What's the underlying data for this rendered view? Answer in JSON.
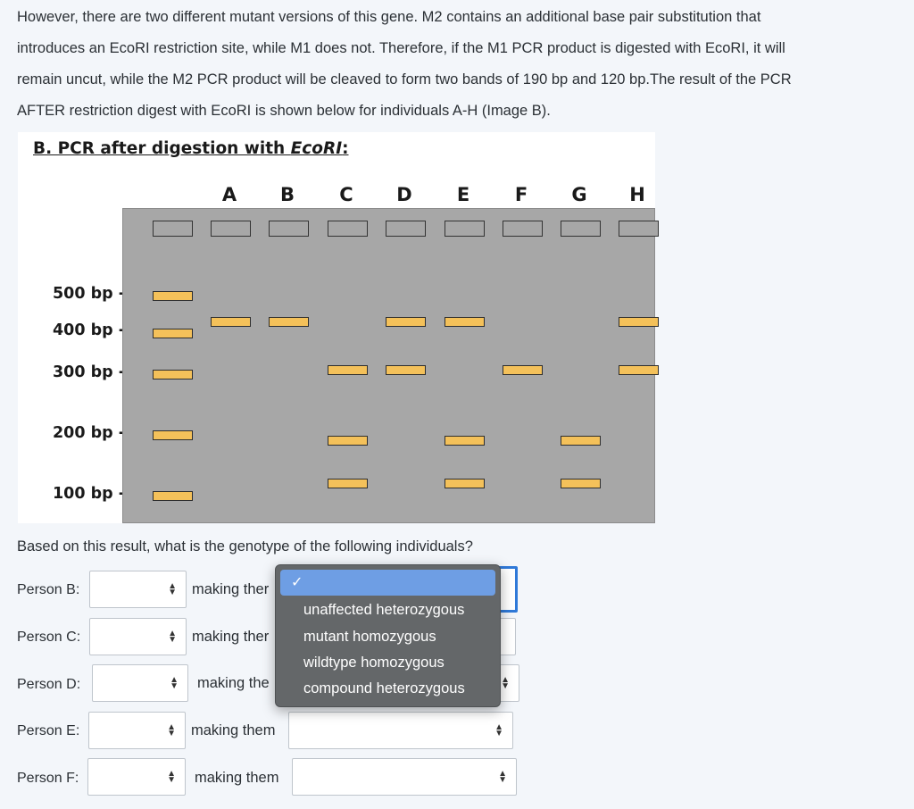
{
  "paragraph": [
    "However, there are two different mutant versions of this gene. M2 contains an additional base pair substitution that",
    "introduces an EcoRI restriction site, while M1 does not. Therefore, if the M1 PCR product is digested with EcoRI, it will",
    "remain uncut, while the M2 PCR product will be cleaved to form two bands of 190 bp and 120 bp.The result of the PCR",
    "AFTER restriction digest with EcoRI  is shown below for individuals A-H (Image B)."
  ],
  "figure": {
    "title_prefix": "B. PCR after digestion with ",
    "title_enzyme": "EcoRI",
    "title_suffix": ":",
    "lanes": [
      "A",
      "B",
      "C",
      "D",
      "E",
      "F",
      "G",
      "H"
    ],
    "ladder_labels": [
      "500 bp -",
      "400 bp -",
      "300 bp -",
      "200 bp -",
      "100 bp -"
    ],
    "gel_bands": {
      "ladder": [
        500,
        400,
        300,
        200,
        100
      ],
      "A": [
        430
      ],
      "B": [
        430
      ],
      "C": [
        310,
        190,
        120
      ],
      "D": [
        430,
        310
      ],
      "E": [
        430,
        190,
        120
      ],
      "F": [
        310
      ],
      "G": [
        190,
        120
      ],
      "H": [
        430,
        310
      ]
    }
  },
  "question": "Based on this result, what is the genotype of the following individuals?",
  "rows": [
    {
      "label": "Person B:",
      "phrase": "making ther",
      "second_value": ""
    },
    {
      "label": "Person C:",
      "phrase": "making ther",
      "second_value": ""
    },
    {
      "label": "Person D:",
      "phrase": "making the",
      "second_value": ""
    },
    {
      "label": "Person E:",
      "phrase": "making them",
      "second_value": ""
    },
    {
      "label": "Person F:",
      "phrase": "making them",
      "second_value": ""
    }
  ],
  "dropdown": {
    "selected_mark": "✓",
    "options": [
      "unaffected heterozygous",
      "mutant homozygous",
      "wildtype homozygous",
      "compound heterozygous"
    ]
  },
  "colors": {
    "band_fill": "#f4c15a",
    "gel": "#a7a7a7",
    "focus": "#2f79d8",
    "dropdown_bg": "#646769",
    "dropdown_selected": "#6e9ee4"
  }
}
